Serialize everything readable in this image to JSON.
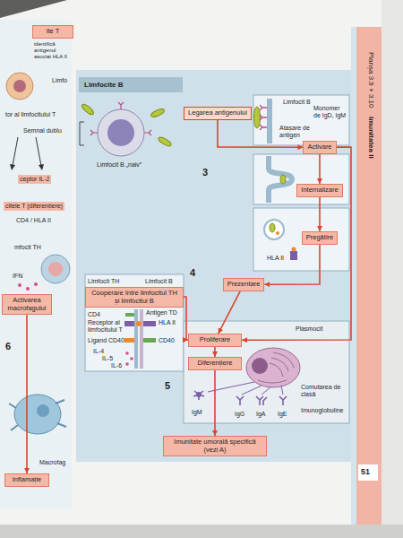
{
  "diagram": {
    "nodes": [
      {
        "text": [
          "ite T"
        ]
      },
      {
        "text": [
          "Activarea macrofagului"
        ]
      },
      {
        "text": [
          "Inflamație"
        ]
      },
      {
        "text": [
          "Limfocite B"
        ]
      },
      {
        "text": [
          "Legarea antigenului"
        ]
      },
      {
        "text": [
          "Activare"
        ]
      },
      {
        "text": [
          "Internalizare"
        ]
      },
      {
        "text": [
          "Pregătire"
        ]
      },
      {
        "text": [
          "Prezentare"
        ]
      },
      {
        "text": [
          "Cooperare între limfocitul TH și limfocitul B"
        ]
      },
      {
        "text": [
          "Proliferare"
        ]
      },
      {
        "text": [
          "Diferențiere"
        ]
      },
      {
        "text": [
          "Imunitate umorală specifică (vezi A)"
        ]
      }
    ],
    "edges": [
      {
        "from": 1,
        "to": 2,
        "arrow": "to"
      },
      {
        "from": 4,
        "to": 5,
        "arrow": "to"
      },
      {
        "from": 5,
        "to": 6,
        "arrow": "to"
      },
      {
        "from": 6,
        "to": 7,
        "arrow": "to"
      },
      {
        "from": 7,
        "to": 8,
        "arrow": "to"
      },
      {
        "from": 8,
        "to": 10,
        "arrow": "to"
      },
      {
        "from": 5,
        "to": 10,
        "arrow": "to"
      },
      {
        "from": 9,
        "to": 10,
        "arrow": "to"
      },
      {
        "from": 10,
        "to": 11,
        "arrow": "to"
      },
      {
        "from": 11,
        "to": 12,
        "arrow": "to"
      }
    ],
    "labels": [
      "identifică antigenul asociat HLA II",
      "Limfo",
      "tor al limfocitului T",
      "Semnal dublu",
      "ceptor IL-2",
      "citele T (diferențiere)",
      "CD4 / HLA II",
      "mfocit TH",
      "IFN",
      "6",
      "Macrofag",
      "Limfocit B „naiv”",
      "Limfocit B",
      "Monomer de IgD, IgM",
      "Atașare de antigen",
      "3",
      "HLA II",
      "4",
      "Limfocit TH",
      "Limfocit B",
      "CD4",
      "Receptor al limfocitului T",
      "Ligand CD40",
      "Antigen TD",
      "HLA II",
      "CD40",
      "IL-4",
      "IL-5",
      "IL-6",
      "5",
      "Plasmocit",
      "IgM",
      "IgG",
      "IgA",
      "IgE",
      "Comutarea de clasă",
      "Imunoglobuline",
      "Planșa 3.9 + 3.10",
      "Imunitatea II",
      "51"
    ]
  }
}
